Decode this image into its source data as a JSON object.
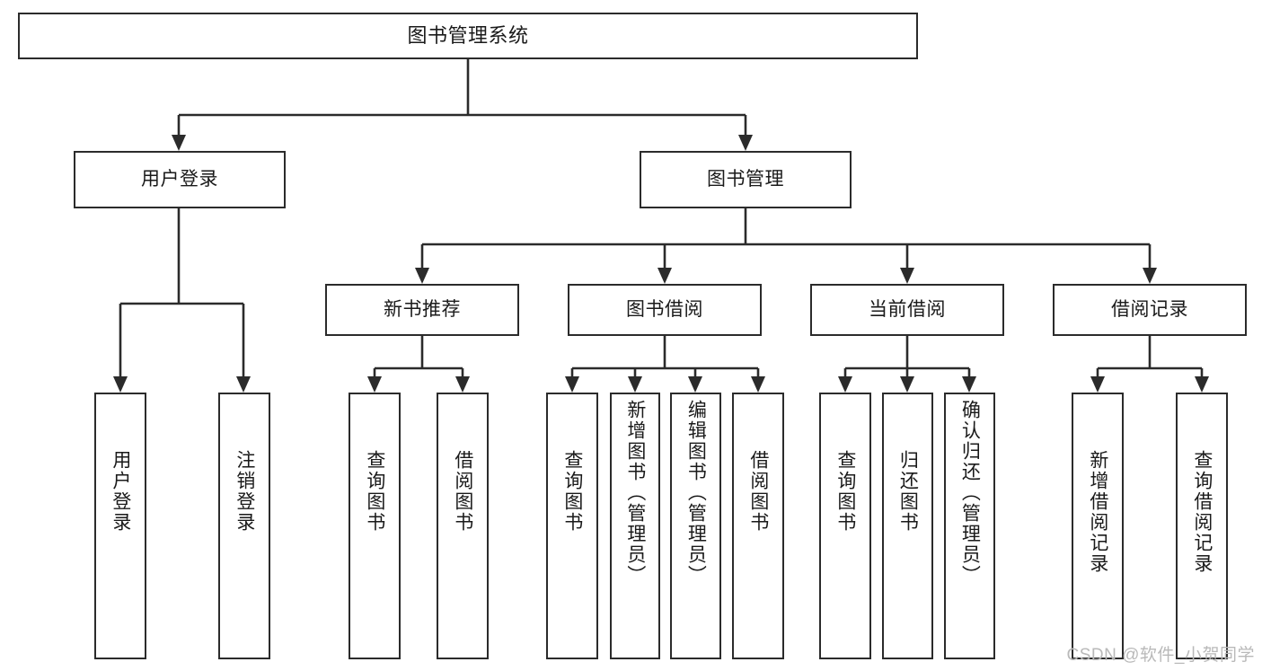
{
  "diagram": {
    "title": "图书管理系统",
    "type": "tree-hierarchy",
    "orientation": "top-down",
    "colors": {
      "stroke": "#2b2b2b",
      "background": "#ffffff",
      "text": "#1a1a1a",
      "watermark": "#b9b9b9"
    },
    "nodes": {
      "root": {
        "label": "图书管理系统"
      },
      "level2": [
        {
          "label": "用户登录"
        },
        {
          "label": "图书管理"
        }
      ],
      "level3": [
        {
          "label": "新书推荐"
        },
        {
          "label": "图书借阅"
        },
        {
          "label": "当前借阅"
        },
        {
          "label": "借阅记录"
        }
      ],
      "leaves": {
        "user_login": [
          {
            "label": "用户登录"
          },
          {
            "label": "注销登录"
          }
        ],
        "new_book_recommend": [
          {
            "label": "查询图书"
          },
          {
            "label": "借阅图书"
          }
        ],
        "book_borrow": [
          {
            "label": "查询图书"
          },
          {
            "label": "新增图书（管理员）"
          },
          {
            "label": "编辑图书（管理员）"
          },
          {
            "label": "借阅图书"
          }
        ],
        "current_borrow": [
          {
            "label": "查询图书"
          },
          {
            "label": "归还图书"
          },
          {
            "label": "确认归还（管理员）"
          }
        ],
        "borrow_record": [
          {
            "label": "新增借阅记录"
          },
          {
            "label": "查询借阅记录"
          }
        ]
      }
    }
  },
  "watermark": {
    "text": "CSDN @软件_小贺同学"
  }
}
